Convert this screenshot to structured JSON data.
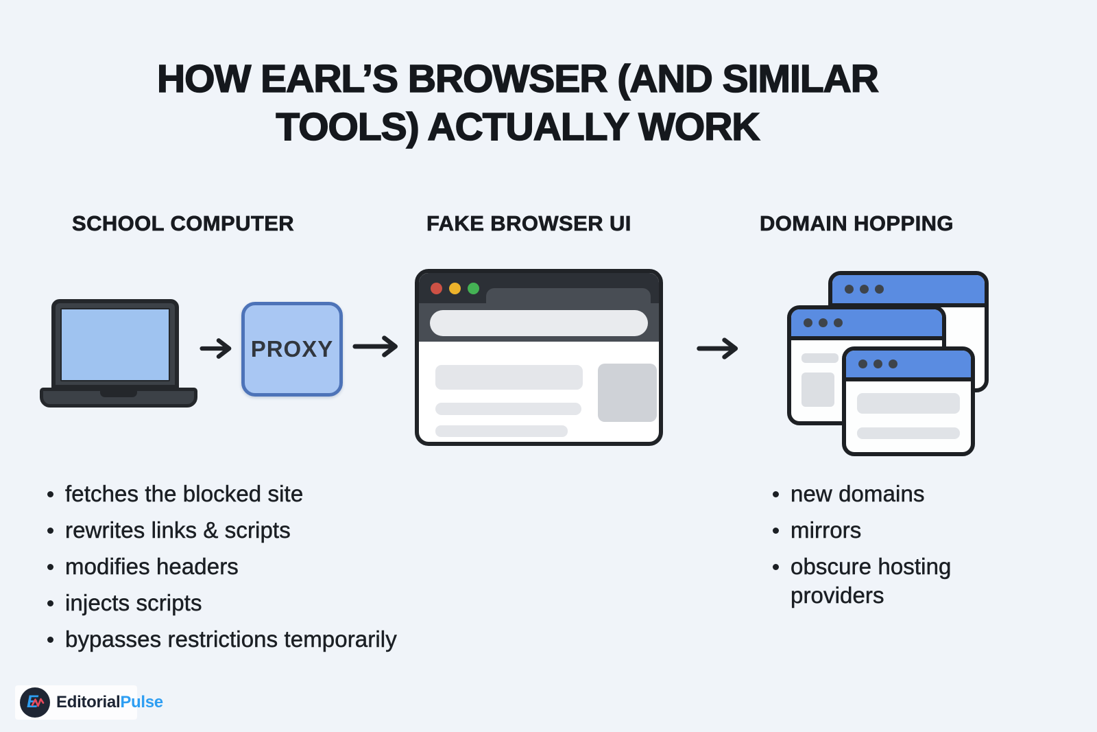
{
  "title": {
    "line1": "HOW EARL’S BROWSER (AND SIMILAR",
    "line2": "TOOLS) ACTUALLY WORK"
  },
  "columns": {
    "school_computer": {
      "header": "SCHOOL COMPUTER"
    },
    "fake_browser": {
      "header": "FAKE BROWSER UI"
    },
    "domain_hopping": {
      "header": "DOMAIN HOPPING"
    }
  },
  "diagram": {
    "proxy_label": "PROXY",
    "icons": {
      "laptop": "laptop-icon",
      "arrows": "arrow-right-icon",
      "browser": "browser-window-icon",
      "stacked_windows": "stacked-browser-windows-icon",
      "traffic_lights": [
        "red-dot",
        "yellow-dot",
        "green-dot"
      ]
    }
  },
  "lists": {
    "left": {
      "items": [
        "fetches the blocked site",
        "rewrites links & scripts",
        "modifies headers",
        "injects scripts",
        "bypasses restrictions temporarily"
      ]
    },
    "right": {
      "items": [
        "new domains",
        "mirrors",
        "obscure hosting providers"
      ]
    }
  },
  "footer": {
    "brand": {
      "monogram": "E",
      "name_primary": "Editorial",
      "name_secondary": "Pulse"
    }
  },
  "colors": {
    "background": "#f0f4f9",
    "text_dark": "#15181d",
    "window_border": "#1d2024",
    "browser_chrome_dark": "#2c3036",
    "browser_chrome_light": "#484d54",
    "blue_header": "#5a8ce1",
    "proxy_fill": "#a9c7f3",
    "proxy_border": "#4d73b8",
    "laptop_screen_blue": "#9fc3f0",
    "traffic_red": "#cd5145",
    "traffic_yellow": "#edb32b",
    "traffic_green": "#44b254",
    "brand_blue": "#2e9ef2",
    "brand_pulse_red": "#e8495c"
  }
}
